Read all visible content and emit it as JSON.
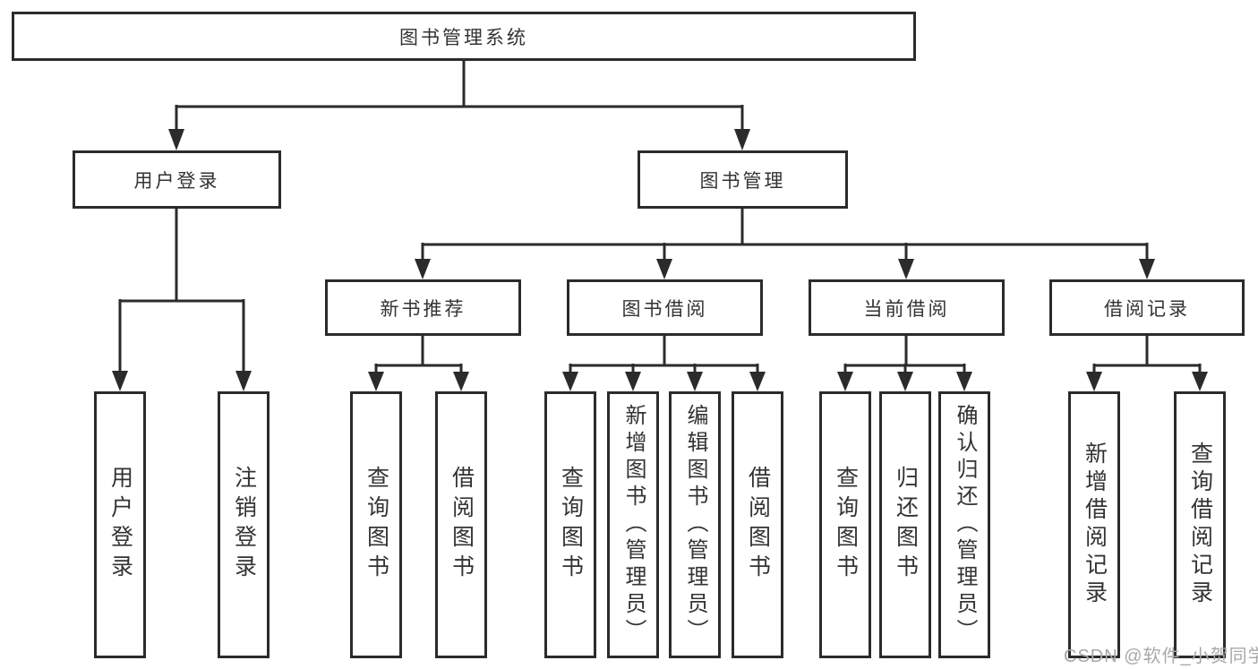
{
  "watermark": "CSDN @软件_小贺同学",
  "colors": {
    "line": "#2b2b2b",
    "border": "#2b2b2b",
    "text": "#333333",
    "bg": "#ffffff",
    "watermark": "#a8a8a8"
  },
  "tree": {
    "label": "图书管理系统",
    "children": [
      {
        "label": "用户登录",
        "children": [
          {
            "label": "用户登录"
          },
          {
            "label": "注销登录"
          }
        ]
      },
      {
        "label": "图书管理",
        "children": [
          {
            "label": "新书推荐",
            "children": [
              {
                "label": "查询图书"
              },
              {
                "label": "借阅图书"
              }
            ]
          },
          {
            "label": "图书借阅",
            "children": [
              {
                "label": "查询图书"
              },
              {
                "label": "新增图书（管理员）"
              },
              {
                "label": "编辑图书（管理员）"
              },
              {
                "label": "借阅图书"
              }
            ]
          },
          {
            "label": "当前借阅",
            "children": [
              {
                "label": "查询图书"
              },
              {
                "label": "归还图书"
              },
              {
                "label": "确认归还（管理员）"
              }
            ]
          },
          {
            "label": "借阅记录",
            "children": [
              {
                "label": "新增借阅记录"
              },
              {
                "label": "查询借阅记录"
              }
            ]
          }
        ]
      }
    ]
  }
}
